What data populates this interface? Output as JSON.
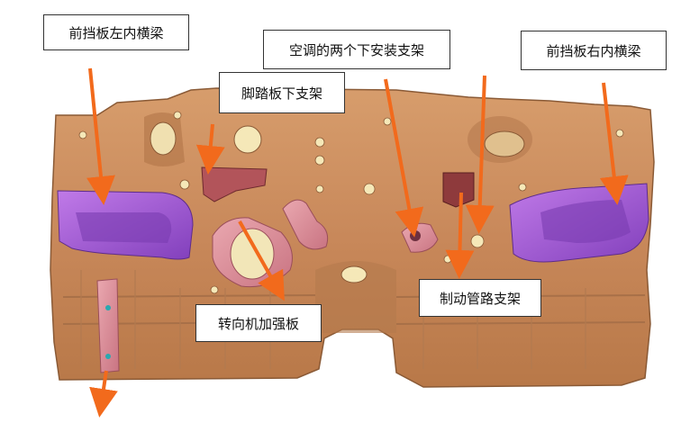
{
  "labels": {
    "front_panel_left_inner_crossmember": "前挡板左内横梁",
    "footrest_lower_bracket": "脚踏板下支架",
    "ac_two_lower_mounting_brackets": "空调的两个下安装支架",
    "front_panel_right_inner_crossmember": "前挡板右内横梁",
    "steering_gear_reinforcement_plate": "转向机加强板",
    "brake_pipe_bracket": "制动管路支架"
  },
  "colors": {
    "panel_body": "#c8885a",
    "panel_shadow": "#9a6640",
    "panel_highlight": "#e0ac80",
    "crossmember_purple": "#a25ad8",
    "bracket_pink": "#d98a96",
    "bracket_maroon": "#8e3a3c",
    "arrow_orange": "#f26a1c",
    "fastener_cream": "#f5e8b8"
  }
}
